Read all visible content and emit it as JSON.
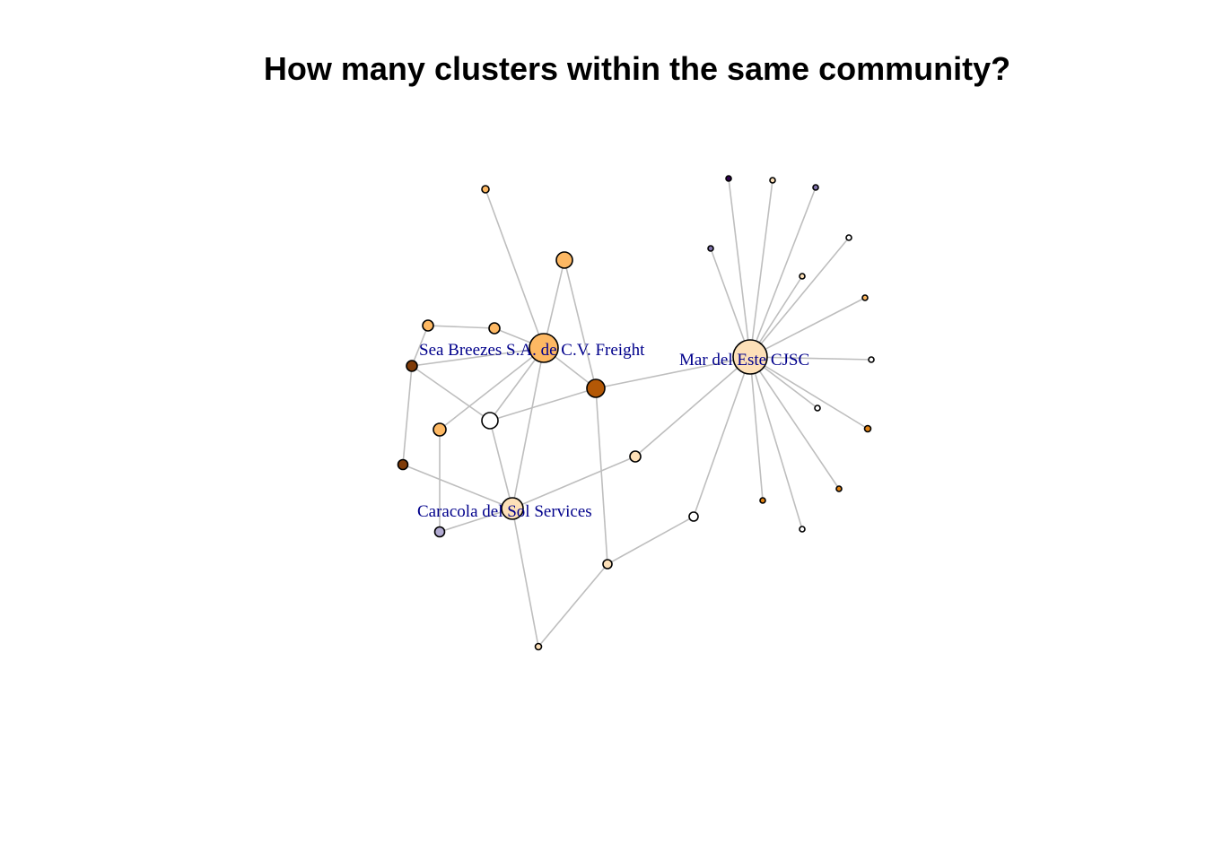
{
  "title": "How many clusters within the same community?",
  "colors": {
    "edge": "#bebebe",
    "node_stroke": "#000000",
    "label": "#00008b",
    "palette": {
      "peach_light": "#fde0b8",
      "orange_light": "#fdb863",
      "brown": "#b35806",
      "dark_brown": "#7f3b08",
      "white": "#ffffff",
      "lavender": "#b2abd2",
      "slate_purple": "#8073ac",
      "dark_purple": "#2d004b",
      "orange_mid": "#e08214"
    }
  },
  "nodes": [
    {
      "id": "sea_breezes",
      "label": "Sea Breezes S.A. de C.V. Freight",
      "color": "orange_light"
    },
    {
      "id": "mar_del_este",
      "label": "Mar del Este CJSC",
      "color": "peach_light"
    },
    {
      "id": "caracola",
      "label": "Caracola del Sol Services",
      "color": "peach_light"
    },
    {
      "id": "n_brown_hub",
      "label": "",
      "color": "brown"
    },
    {
      "id": "n_white_mid",
      "label": "",
      "color": "white"
    },
    {
      "id": "n_top_orange",
      "label": "",
      "color": "orange_light"
    },
    {
      "id": "n_orange_left",
      "label": "",
      "color": "orange_light"
    },
    {
      "id": "n_orange_small_a",
      "label": "",
      "color": "orange_light"
    },
    {
      "id": "n_orange_small_b",
      "label": "",
      "color": "orange_light"
    },
    {
      "id": "n_darkbrown_a",
      "label": "",
      "color": "dark_brown"
    },
    {
      "id": "n_darkbrown_b",
      "label": "",
      "color": "dark_brown"
    },
    {
      "id": "n_lavender",
      "label": "",
      "color": "lavender"
    },
    {
      "id": "n_top_leaf",
      "label": "",
      "color": "orange_light"
    },
    {
      "id": "n_peach_mid",
      "label": "",
      "color": "peach_light"
    },
    {
      "id": "n_peach_low",
      "label": "",
      "color": "peach_light"
    },
    {
      "id": "n_white_low",
      "label": "",
      "color": "white"
    },
    {
      "id": "n_bottom",
      "label": "",
      "color": "peach_light"
    },
    {
      "id": "l1",
      "label": "",
      "color": "dark_purple"
    },
    {
      "id": "l2",
      "label": "",
      "color": "peach_light"
    },
    {
      "id": "l3",
      "label": "",
      "color": "slate_purple"
    },
    {
      "id": "l4",
      "label": "",
      "color": "peach_light"
    },
    {
      "id": "l5",
      "label": "",
      "color": "slate_purple"
    },
    {
      "id": "l6",
      "label": "",
      "color": "white"
    },
    {
      "id": "l7",
      "label": "",
      "color": "orange_light"
    },
    {
      "id": "l8",
      "label": "",
      "color": "white"
    },
    {
      "id": "l9",
      "label": "",
      "color": "white"
    },
    {
      "id": "l10",
      "label": "",
      "color": "orange_mid"
    },
    {
      "id": "l11",
      "label": "",
      "color": "orange_mid"
    },
    {
      "id": "l12",
      "label": "",
      "color": "white"
    },
    {
      "id": "l13",
      "label": "",
      "color": "orange_mid"
    }
  ],
  "edges": [
    [
      "sea_breezes",
      "n_top_leaf"
    ],
    [
      "sea_breezes",
      "n_top_orange"
    ],
    [
      "sea_breezes",
      "n_orange_small_b"
    ],
    [
      "sea_breezes",
      "n_darkbrown_a"
    ],
    [
      "sea_breezes",
      "n_orange_left"
    ],
    [
      "sea_breezes",
      "n_white_mid"
    ],
    [
      "sea_breezes",
      "caracola"
    ],
    [
      "sea_breezes",
      "n_brown_hub"
    ],
    [
      "n_top_orange",
      "n_brown_hub"
    ],
    [
      "n_orange_small_a",
      "n_orange_small_b"
    ],
    [
      "n_orange_small_a",
      "n_darkbrown_a"
    ],
    [
      "n_darkbrown_a",
      "n_darkbrown_b"
    ],
    [
      "n_darkbrown_a",
      "n_white_mid"
    ],
    [
      "n_orange_left",
      "n_lavender"
    ],
    [
      "n_darkbrown_b",
      "caracola"
    ],
    [
      "n_white_mid",
      "n_brown_hub"
    ],
    [
      "n_white_mid",
      "caracola"
    ],
    [
      "caracola",
      "n_lavender"
    ],
    [
      "caracola",
      "n_bottom"
    ],
    [
      "caracola",
      "n_peach_mid"
    ],
    [
      "n_brown_hub",
      "mar_del_este"
    ],
    [
      "n_brown_hub",
      "n_peach_low"
    ],
    [
      "n_peach_low",
      "n_white_low"
    ],
    [
      "n_peach_low",
      "n_bottom"
    ],
    [
      "mar_del_este",
      "n_peach_mid"
    ],
    [
      "mar_del_este",
      "n_white_low"
    ],
    [
      "mar_del_este",
      "l1"
    ],
    [
      "mar_del_este",
      "l2"
    ],
    [
      "mar_del_este",
      "l3"
    ],
    [
      "mar_del_este",
      "l4"
    ],
    [
      "mar_del_este",
      "l5"
    ],
    [
      "mar_del_este",
      "l6"
    ],
    [
      "mar_del_este",
      "l7"
    ],
    [
      "mar_del_este",
      "l8"
    ],
    [
      "mar_del_este",
      "l9"
    ],
    [
      "mar_del_este",
      "l10"
    ],
    [
      "mar_del_este",
      "l11"
    ],
    [
      "mar_del_este",
      "l12"
    ],
    [
      "mar_del_este",
      "l13"
    ]
  ]
}
